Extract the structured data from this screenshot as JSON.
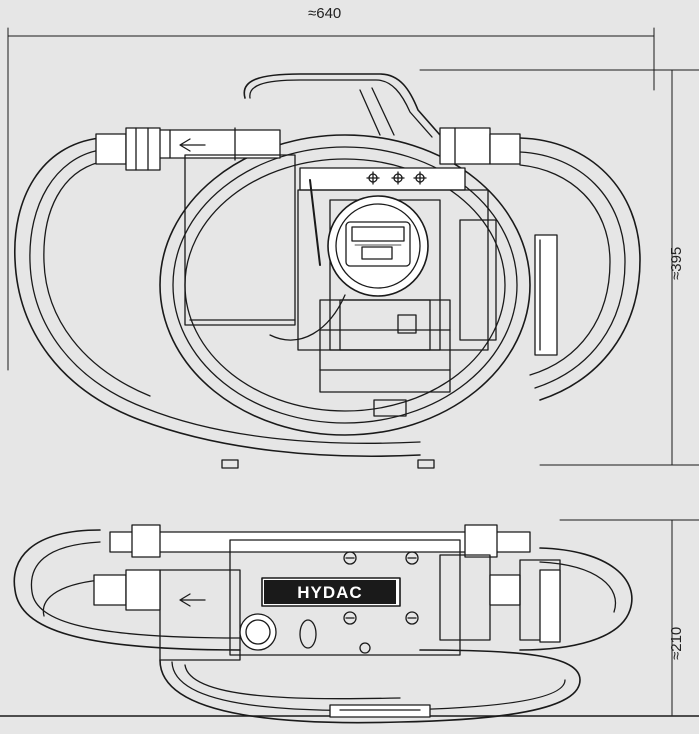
{
  "dimensions": {
    "width_label": "≈640",
    "height_label": "≈395",
    "depth_label": "≈210"
  },
  "brand": {
    "logo_text": "HYDAC"
  },
  "colors": {
    "background": "#e6e6e6",
    "line": "#1a1a1a",
    "fill": "#ffffff"
  }
}
